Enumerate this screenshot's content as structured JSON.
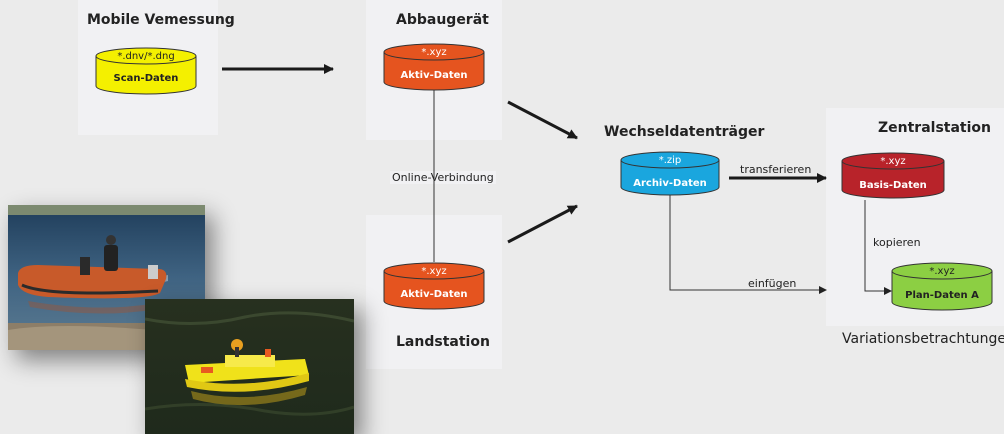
{
  "mobile": {
    "title": "Mobile Vemessung",
    "cyl_ext": "*.dnv/*.dng",
    "cyl_label": "Scan-Daten"
  },
  "abbau": {
    "title": "Abbaugerät",
    "cyl_ext": "*.xyz",
    "cyl_label": "Aktiv-Daten"
  },
  "online_label": "Online-Verbindung",
  "land": {
    "title": "Landstation",
    "cyl_ext": "*.xyz",
    "cyl_label": "Aktiv-Daten"
  },
  "wechsel": {
    "title": "Wechseldatenträger",
    "cyl_ext": "*.zip",
    "cyl_label": "Archiv-Daten"
  },
  "zentral": {
    "title": "Zentralstation",
    "basis_ext": "*.xyz",
    "basis_label": "Basis-Daten",
    "plan_ext": "*.xyz",
    "plan_label": "Plan-Daten A"
  },
  "edges": {
    "transferieren": "transferieren",
    "kopieren": "kopieren",
    "einfuegen": "einfügen"
  },
  "variations_label": "Variationsbetrachtungen",
  "colors": {
    "yellow": "#f4f000",
    "orange": "#e5541f",
    "cyan": "#1aa6de",
    "red": "#b8232a",
    "green": "#8ccf43",
    "panel": "#f1f1f3",
    "background": "#ebebeb"
  },
  "photos": [
    {
      "name": "rubber-boat-photo"
    },
    {
      "name": "yellow-catamaran-photo"
    }
  ]
}
